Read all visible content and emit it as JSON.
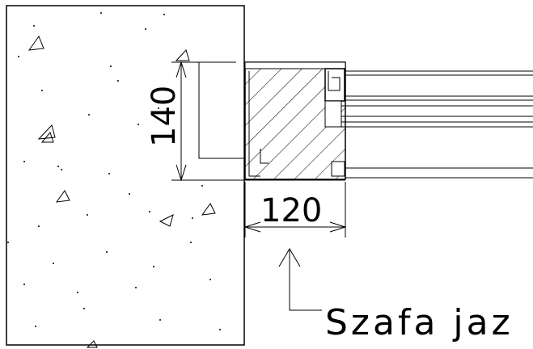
{
  "drawing": {
    "dimension_vertical": "140",
    "dimension_horizontal": "120",
    "callout_label": "Szafa jaz",
    "line_color": "#000000",
    "background_color": "#ffffff",
    "hatch_style": "diagonal"
  }
}
